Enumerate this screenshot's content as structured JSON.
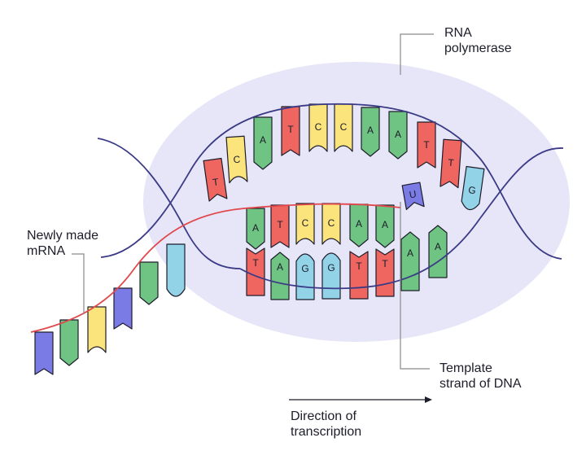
{
  "labels": {
    "rna_polymerase": [
      "RNA",
      "polymerase"
    ],
    "newly_made_mrna": [
      "Newly made",
      "mRNA"
    ],
    "template_strand": [
      "Template",
      "strand of DNA"
    ],
    "direction": [
      "Direction of",
      "transcription"
    ]
  },
  "colors": {
    "polymerase": "#e6e6f8",
    "strand": "#3b3a86",
    "mrna_backbone": "#e2474b",
    "T": "#ef6660",
    "A": "#6fc383",
    "C": "#fbe47c",
    "G": "#93d3e8",
    "U": "#7b7be6",
    "outline": "#1d1d2b"
  },
  "nucleotides": {
    "coding_strand": [
      "T",
      "C",
      "A",
      "T",
      "C",
      "C",
      "A",
      "A",
      "T",
      "T",
      "G"
    ],
    "template_strand": [
      "T",
      "A",
      "G",
      "G",
      "T",
      "T",
      "A",
      "A"
    ],
    "mrna_paired": [
      "A",
      "T",
      "C",
      "C",
      "A",
      "A"
    ],
    "incoming": "U",
    "mrna_tail": [
      "U",
      "A",
      "C",
      "U",
      "A",
      "G"
    ]
  }
}
